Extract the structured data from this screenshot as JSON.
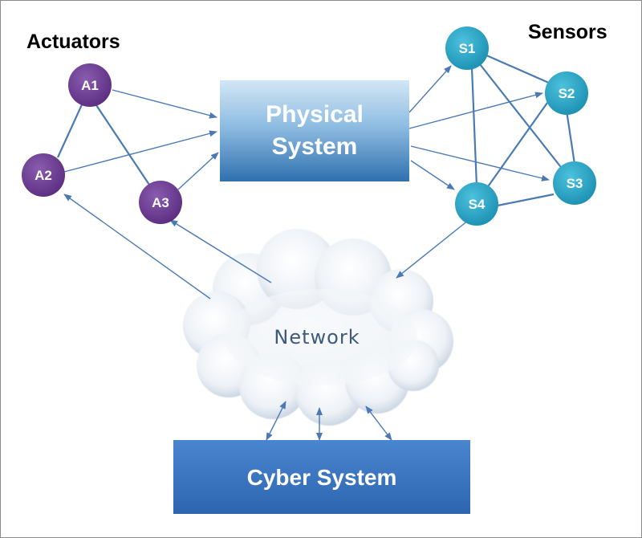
{
  "headings": {
    "actuators": "Actuators",
    "sensors": "Sensors"
  },
  "physical_system": {
    "line1": "Physical",
    "line2": "System"
  },
  "cyber_system": {
    "label": "Cyber System"
  },
  "network": {
    "label": "Network"
  },
  "actuators": [
    {
      "id": "a1",
      "label": "A1"
    },
    {
      "id": "a2",
      "label": "A2"
    },
    {
      "id": "a3",
      "label": "A3"
    }
  ],
  "sensors": [
    {
      "id": "s1",
      "label": "S1"
    },
    {
      "id": "s2",
      "label": "S2"
    },
    {
      "id": "s3",
      "label": "S3"
    },
    {
      "id": "s4",
      "label": "S4"
    }
  ],
  "colors": {
    "actuator": "#6a3a8c",
    "sensor": "#2aa3c4",
    "physical_box_top": "#cfe4f3",
    "physical_box_bottom": "#3f80b9",
    "cyber_box": "#3b76c2",
    "edge": "#4a79b4"
  }
}
